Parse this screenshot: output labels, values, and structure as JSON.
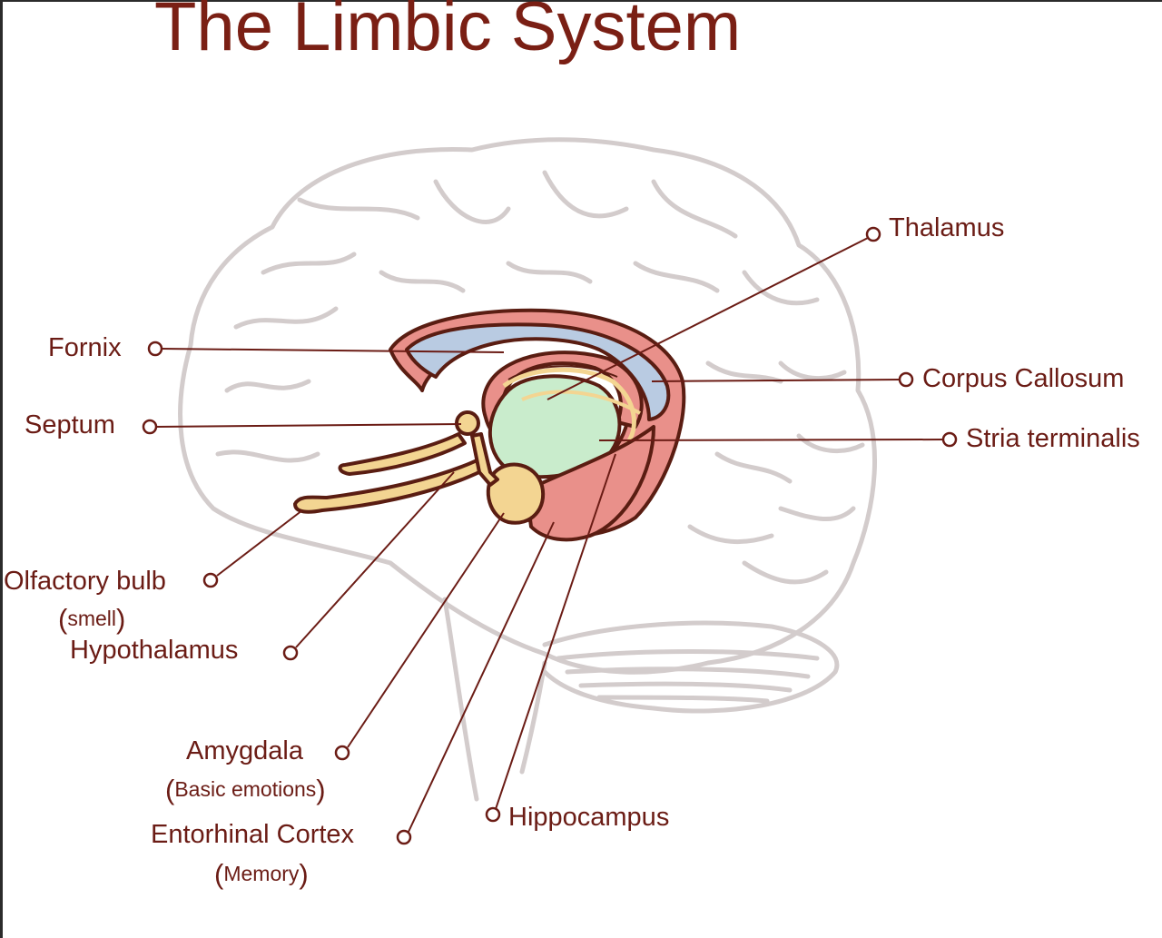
{
  "title": "The Limbic System",
  "colors": {
    "title": "#7a1f14",
    "label": "#6b1c15",
    "leader_line": "#6b1c15",
    "brain_outline": "#d3cccc",
    "cingulate_pink": "#e9908a",
    "corpus_callosum_blue": "#b9cbe2",
    "thalamus_green": "#c9eccc",
    "fornix_yellow": "#f3d592",
    "structure_outline": "#5a1d12"
  },
  "labels": {
    "thalamus": "Thalamus",
    "corpus_callosum": "Corpus Callosum",
    "stria_terminalis": "Stria terminalis",
    "fornix": "Fornix",
    "septum": "Septum",
    "olfactory_bulb": "Olfactory bulb",
    "olfactory_bulb_note": "smell",
    "hypothalamus": "Hypothalamus",
    "amygdala": "Amygdala",
    "amygdala_note": "Basic emotions",
    "entorhinal_cortex": "Entorhinal Cortex",
    "entorhinal_cortex_note": "Memory",
    "hippocampus": "Hippocampus"
  }
}
